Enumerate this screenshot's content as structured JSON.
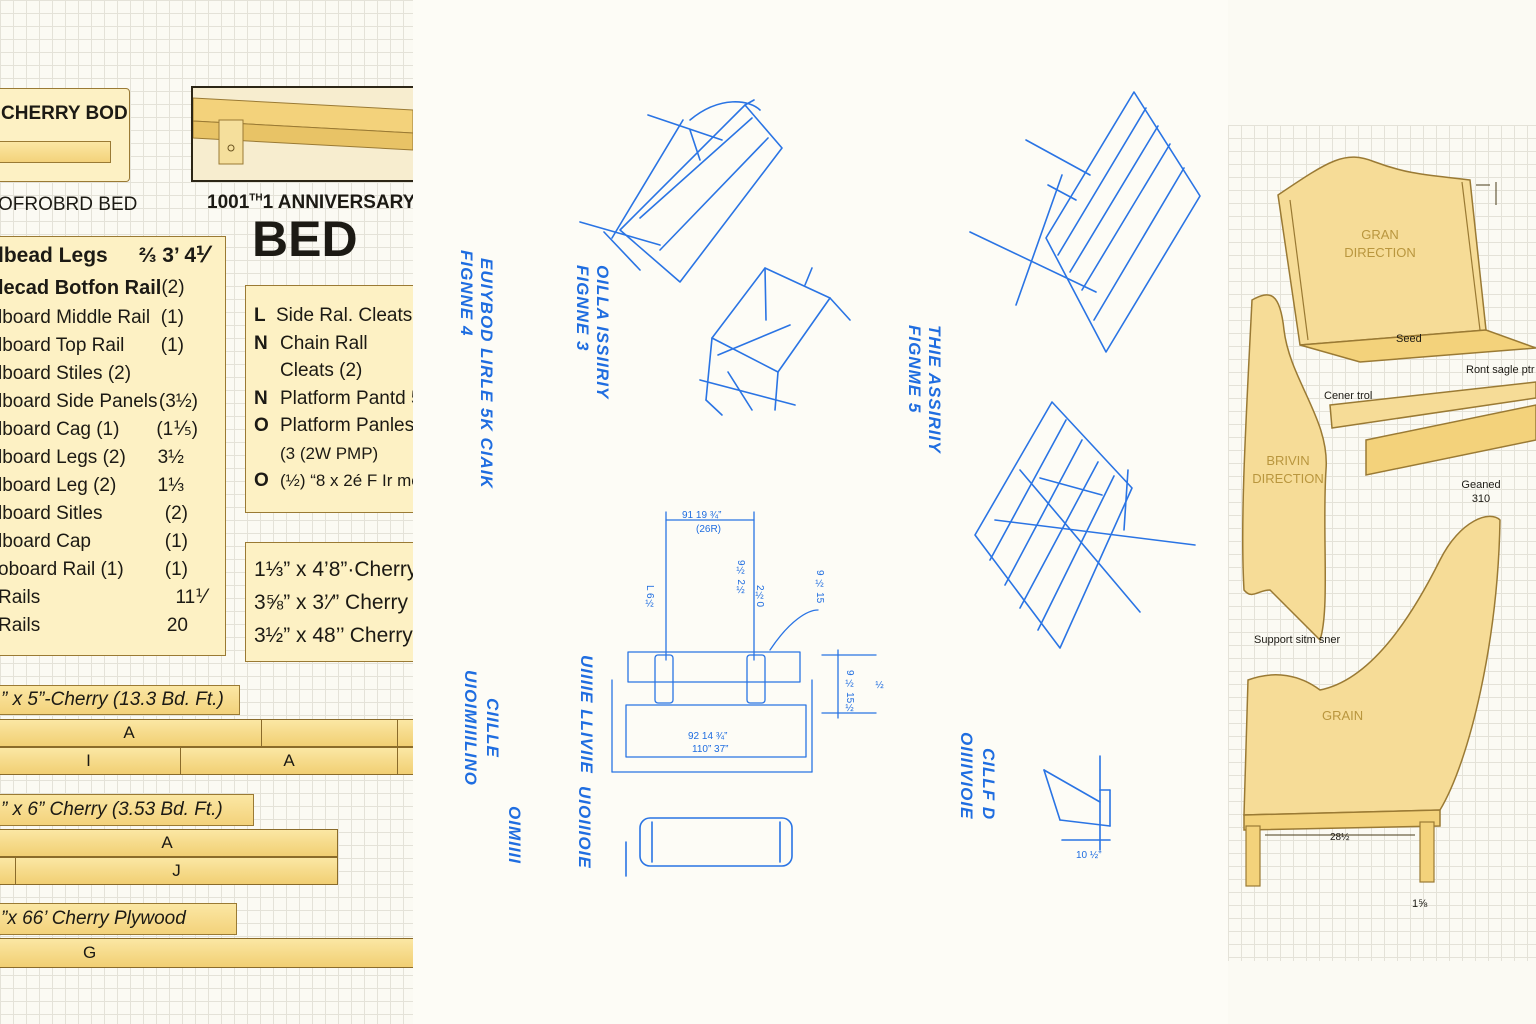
{
  "left_panel": {
    "title_box": "CHERRY BOD",
    "bed_name": "OFROBRD BED",
    "anniversary": "1001",
    "anniversary_sup": "TH",
    "anniversary_rest": "1 ANNIVERSARY",
    "bed_big": "BED",
    "parts": [
      {
        "name": "lbead Legs",
        "qty": "⅔ 3’ 4⅟"
      },
      {
        "name": "lecad Botfon Rail",
        "qty": "(2)"
      },
      {
        "name": "lboard Middle Rail",
        "qty": "(1)"
      },
      {
        "name": "lboard Top Rail",
        "qty": "(1)"
      },
      {
        "name": "lboard Stiles (2)",
        "qty": ""
      },
      {
        "name": "lboard Side Panels",
        "qty": "(3½)"
      },
      {
        "name": "lboard Cag (1)",
        "qty": "(1⅕)"
      },
      {
        "name": "lboard Legs (2)",
        "qty": "3½"
      },
      {
        "name": "lboard Leg (2)",
        "qty": "1⅓"
      },
      {
        "name": "lboard Sitles",
        "qty": "(2)"
      },
      {
        "name": "lboard Cap",
        "qty": "(1)"
      },
      {
        "name": "oboard Rail (1)",
        "qty": "(1)"
      },
      {
        "name": "Rails",
        "qty": "11⅟"
      },
      {
        "name": "Rails",
        "qty": "20"
      }
    ],
    "letter_list": [
      {
        "letter": "L",
        "text": "Side Ral. Cleats"
      },
      {
        "letter": "N",
        "text": "Chain Rall"
      },
      {
        "letter": "",
        "text": "Cleats (2)"
      },
      {
        "letter": "N",
        "text": "Platform Pantd 5"
      },
      {
        "letter": "O",
        "text": "Platform Panles"
      },
      {
        "letter": "",
        "text": "(3 (2W PMP)"
      },
      {
        "letter": "O",
        "text": "(½) “8 x 2é F Ir mc"
      }
    ],
    "stock_box": [
      "1⅓” x 4’8”·Cherry",
      "3⅝” x 3’⁄” Cherry",
      "3½” x 48’’ Cherry"
    ],
    "cutting": [
      {
        "label": "” x 5”-Cherry (13.3 Bd. Ft.)",
        "rows": [
          [
            "A",
            "",
            ""
          ],
          [
            "I",
            "A",
            ""
          ]
        ]
      },
      {
        "label": "” x 6” Cherry (3.53 Bd. Ft.)",
        "rows": [
          [
            "A"
          ],
          [
            "J"
          ]
        ]
      },
      {
        "label": "”x 66’ Cherry Plywood",
        "rows": [
          [
            "G"
          ]
        ]
      }
    ]
  },
  "middle_panel": {
    "vertical_labels": [
      "EUIYBOD LIRLE 5K CIAIK",
      "FIGNNE 4",
      "OILLA ISSIIRIY",
      "FIGNNE 3",
      "THIE ASSIRIIY",
      "FIGNME 5",
      "CIILLE",
      "UIOIMIIILINO",
      "UIIIIE LLIVIIE",
      "UIOIIIOIE",
      "OIMIIII",
      "CILLF D",
      "OIIIIVIOIE"
    ],
    "dims": {
      "top_width": "91 19 ¾”",
      "top_width_sub": "(26R)",
      "bottom_width": "92 14 ¾”",
      "bottom_width_sub": "110” 37”",
      "small_detail": "10 ½”",
      "v1": "L 6½",
      "v2": "9½ 2½",
      "v3": "2½0",
      "v4": "9 ½ 15",
      "h1": "9 ½ 15½",
      "h2": "½"
    },
    "line_color": "#2a74e4"
  },
  "right_panel": {
    "grain_direction_1": "GRAN DIRECTION",
    "seat": "Seed",
    "center_trail": "Cener trol",
    "front_rail": "Ront sagle ptr",
    "grain_direction_2": "BRIVIN DIRECTION",
    "geared": "Geaned 310",
    "support": "Support sitm sner",
    "grain_3": "GRAIN",
    "dim_28": "28½",
    "dim_18": "1⅝",
    "wood_color": "#f6dc97"
  }
}
